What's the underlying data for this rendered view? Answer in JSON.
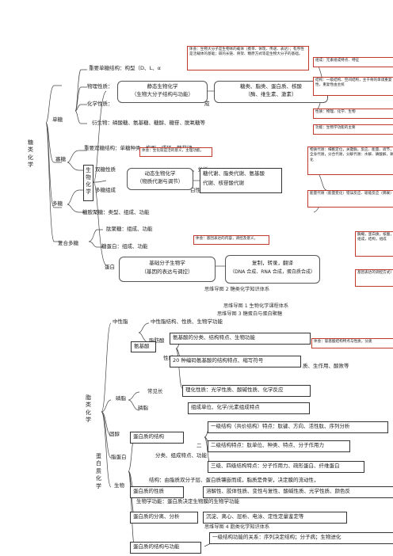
{
  "top": {
    "root_label": "糖类化学",
    "monosaccharide": "单糖",
    "oligosaccharide": "寡糖",
    "polysaccharide": "多糖",
    "complex": "复合多糖",
    "mono_items": {
      "structure": "重要单糖结构：构型（D、L、α",
      "physical": "物理性质：",
      "chemical": "化学性质：",
      "chemical_tail": "成",
      "derivatives": "衍生物：磷酸糖、氨基糖、糖醇、糖苷、脱氧糖等"
    },
    "oligo_items": {
      "disaccharide": "重要双糖结构：单糖种类、构型、成环、糖苷键",
      "double_trail": "双糖性质",
      "double_tail": "、分析",
      "many_trail": "多糖组成",
      "many_tail": "白性、糖"
    },
    "poly_items": {
      "glycan": "糖胺聚糖：类型、组成、功能"
    },
    "complex_items": {
      "peptidoglycan": "肽聚糖：组成、功能",
      "glycoprotein": "糖蛋白：组成、功能",
      "protein_prefix": "蛋白"
    },
    "bio_vertical": "生物化学",
    "static_box": {
      "line1": "静态生物化学",
      "line2": "（生物大分子结构与功能）"
    },
    "static_right": {
      "line1": "糖类、脂类、蛋白质、核酸",
      "line2": "（酶、维生素、激素）"
    },
    "dynamic_box": {
      "line1": "动态生物化学",
      "line2": "（物质代谢与调节）"
    },
    "dynamic_right": {
      "line1": "糖代谢、脂类代谢、氨基酸",
      "line2": "代谢、核苷酸代谢"
    },
    "molecular_box": {
      "line1": "基础分子生物学",
      "line2": "（基因的表达与调控）"
    },
    "molecular_right": {
      "line1": "复制，转录，翻译",
      "line2": "（DNA 合成、RNA 合成，蛋白质合成）"
    },
    "note_top": "体会：生物大分子是生物体的载体（携带、体现、传递、表达）；有序性是活载体的基础；碳的长链、骨架、糖原方式等是生物大分子的基础。",
    "note_dynamic": "体会：生化就是活的意义，主理功能。",
    "note_molecular": "体会：基因表达的内容，调控及意义。",
    "side_notes": [
      "组成：元素组成特点、特征",
      "结构：一级结构、空间结构，主干骨的单调重复性，重复性由主统",
      "性质：物理、化学、生物",
      "功能：生物学功能的主要",
      "物质代谢：细胞定位，关键酶，反应、能量、调节，全身代谢，分合代谢，分解代谢：水解、磷酸解，氧化",
      "能量代谢（能量变化）错误反应、吸能反应（偶联）",
      "酶概，蛋白质，核酸，组成，结构，组成",
      "基因表达的调控方式）"
    ],
    "caption1": "思维导图 2 糖类化学知识体系",
    "caption2": "思维导图 1 生物化学课程体系",
    "caption3": "思维导图 3 糖蛋白与蛋白聚糖"
  },
  "bottom": {
    "lipid_label": "脂类化学",
    "protein_label": "蛋白质化学",
    "neutral_fat": "中性脂",
    "fatty_acid": "脂肪酸",
    "amino_acid": "氨基酸",
    "phospholipid": "磷脂",
    "sterol": "固醇",
    "lipoprotein": "脂蛋白",
    "biofilm": "生物",
    "neutral_items": "中性脂结构、性质、生物学功能",
    "aa_box": "氨基酸的分类、结构特点、生物功能",
    "aa_note": "体会：氨基酸结构特点与性质，分类",
    "aa20_box": "20 种编码氨基酸的结构特点、缩写符号",
    "aa_tail": "质、生作用、酸败等",
    "aa_tail_prefix": "性质",
    "aa_physchem": "理化性质：光学性质、酸碱性质、化学反应",
    "common_pl": "常见长",
    "common_tail": "磷脂",
    "composition": "组成单位、化学/元素组成特点",
    "protein_structure": "蛋白质的结构",
    "primary": "一级结构（共价结构）特点：肽键、方向、活性肽、序列分析",
    "secondary": "二级结构特点：肽单位、种类、特点、分子作用力",
    "secondary_prefix": "二",
    "lp_items": "分类、组成特点、功能",
    "tertiary": "三级、四级结构特点：分子作用力、疏形蛋白、纤维蛋白",
    "membrane_items": "结构：由脂质双分子层、蛋白质镶嵌而成，脂质是骨架，决定膜的流动性，",
    "protein_property": "蛋白质的性质",
    "property_items": "溶解性、胶体性质、变性与复性、酸碱性质、光学性质、颜色反",
    "membrane_func": "生物学功能：蛋白质决定生物膜的生物学功能",
    "separation": "蛋白质的分离、分析",
    "separation_items": "沉淀、离心、层析、电泳、定性定量鉴定等",
    "caption4": "思维导图 4 脂类化学知识体系",
    "sf_box": "蛋白质的结构与功能",
    "sf_items": "一级结构功能的关系：序列决定结构；分子病；生物进化"
  }
}
